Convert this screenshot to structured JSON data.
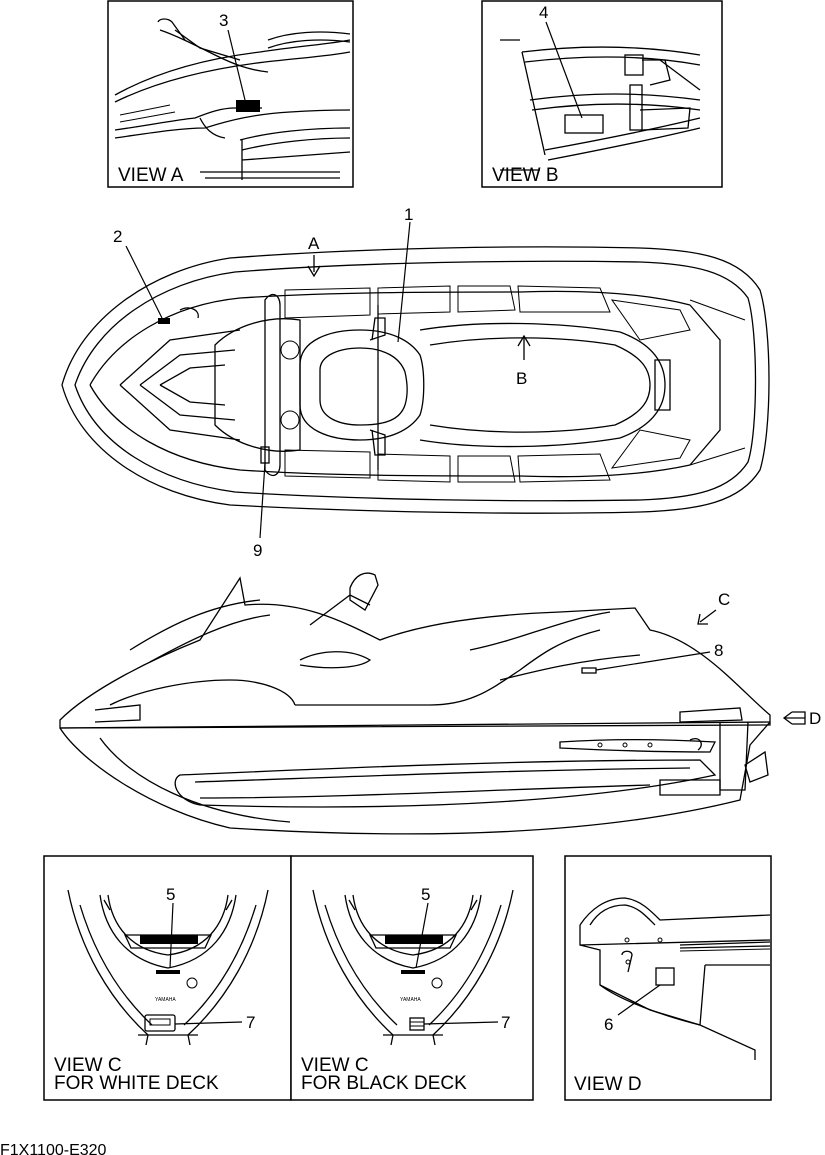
{
  "diagram": {
    "code": "F1X1100-E320",
    "callouts": [
      "1",
      "2",
      "3",
      "4",
      "5",
      "6",
      "7",
      "8",
      "9"
    ],
    "arrow_letters": {
      "a": "A",
      "b": "B",
      "c": "C",
      "d": "D"
    },
    "views": {
      "view_a": "VIEW A",
      "view_b": "VIEW B",
      "view_c_white_line1": "VIEW C",
      "view_c_white_line2": "FOR WHITE DECK",
      "view_c_black_line1": "VIEW C",
      "view_c_black_line2": "FOR BLACK DECK",
      "view_d": "VIEW D"
    },
    "brand_mark": "YAMAHA"
  }
}
